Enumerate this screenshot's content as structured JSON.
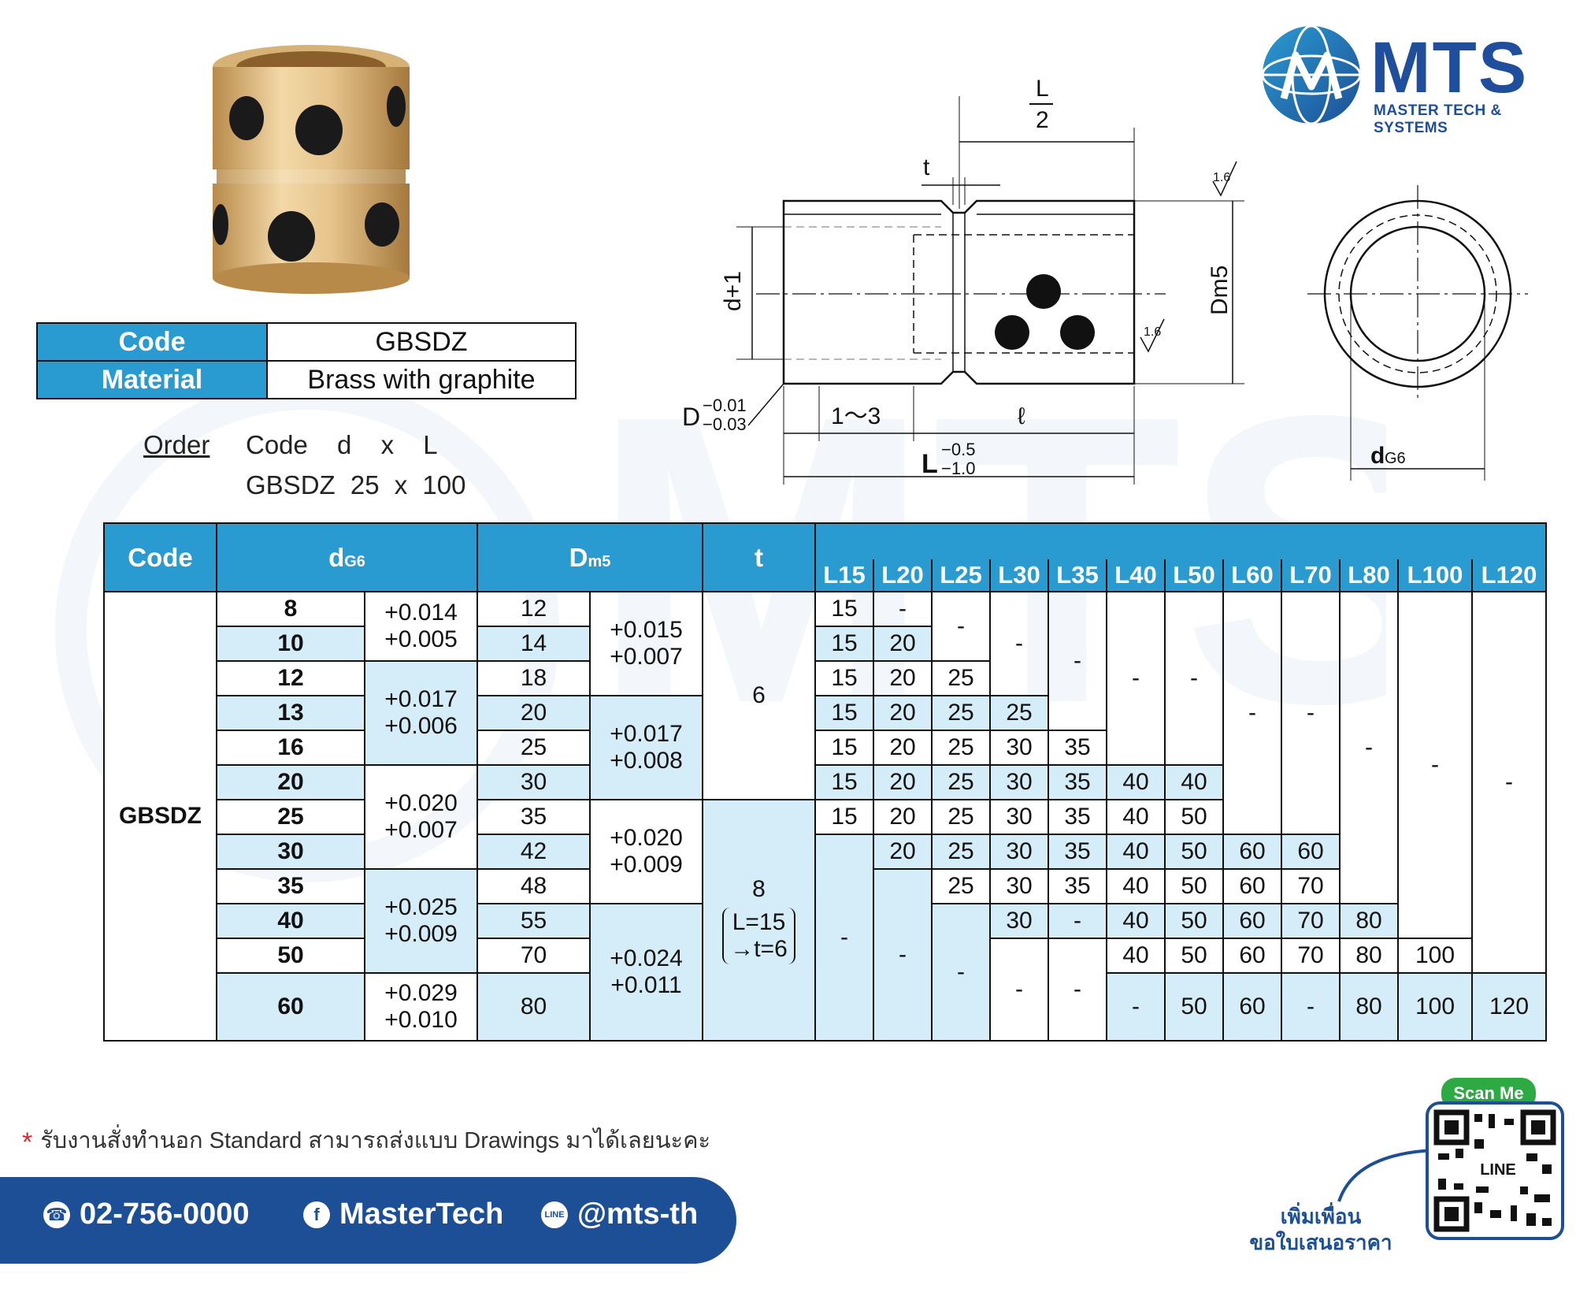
{
  "logo": {
    "brand": "MTS",
    "tagline": "MASTER TECH & SYSTEMS"
  },
  "info": {
    "code_label": "Code",
    "code_value": "GBSDZ",
    "material_label": "Material",
    "material_value": "Brass with graphite"
  },
  "order": {
    "label": "Order",
    "columns": "Code d x L",
    "example": "GBSDZ 25 x 100"
  },
  "drawing": {
    "half_L_num": "L",
    "half_L_den": "2",
    "t": "t",
    "d_plus_1": "d+1",
    "D_tol_upper": "−0.01",
    "D_tol_lower": "−0.03",
    "D": "D",
    "range_1_3": "1～3",
    "ell": "ℓ",
    "L": "L",
    "L_tol_upper": "−0.5",
    "L_tol_lower": "−1.0",
    "Dm5": "Dm5",
    "roughness": "1.6",
    "dG6_main": "d",
    "dG6_sub": "G6"
  },
  "table": {
    "h_code": "Code",
    "h_d": "d",
    "h_d_sub": "G6",
    "h_D": "D",
    "h_D_sub": "m5",
    "h_t": "t",
    "L_headers": [
      "L15",
      "L20",
      "L25",
      "L30",
      "L35",
      "L40",
      "L50",
      "L60",
      "L70",
      "L80",
      "L100",
      "L120"
    ],
    "code_value": "GBSDZ",
    "d": [
      "8",
      "10",
      "12",
      "13",
      "16",
      "20",
      "25",
      "30",
      "35",
      "40",
      "50",
      "60"
    ],
    "d_tol": [
      {
        "u": "+0.014",
        "l": "+0.005"
      },
      {
        "u": "+0.017",
        "l": "+0.006"
      },
      {
        "u": "+0.020",
        "l": "+0.007"
      },
      {
        "u": "+0.025",
        "l": "+0.009"
      },
      {
        "u": "+0.029",
        "l": "+0.010"
      }
    ],
    "D": [
      "12",
      "14",
      "18",
      "20",
      "25",
      "30",
      "35",
      "42",
      "48",
      "55",
      "70",
      "80"
    ],
    "D_tol": [
      {
        "u": "+0.015",
        "l": "+0.007"
      },
      {
        "u": "+0.017",
        "l": "+0.008"
      },
      {
        "u": "+0.020",
        "l": "+0.009"
      },
      {
        "u": "+0.024",
        "l": "+0.011"
      }
    ],
    "t_small": "6",
    "t_large": "8",
    "t_note_1": "L=15",
    "t_note_2": "→t=6",
    "dash": "-",
    "L": {
      "L15": [
        "15",
        "15",
        "15",
        "15",
        "15",
        "15",
        "15"
      ],
      "L20": [
        "-",
        "20",
        "20",
        "20",
        "20",
        "20",
        "20",
        "20"
      ],
      "L25": [
        "25",
        "25",
        "25",
        "25",
        "25",
        "25",
        "25"
      ],
      "L30": [
        "25",
        "30",
        "30",
        "30",
        "30",
        "30",
        "30"
      ],
      "L35": [
        "35",
        "35",
        "35",
        "35",
        "35",
        "-"
      ],
      "L40": [
        "40",
        "40",
        "40",
        "40",
        "40",
        "40",
        "-"
      ],
      "L50": [
        "40",
        "50",
        "50",
        "50",
        "50",
        "50",
        "50"
      ],
      "L60": [
        "60",
        "60",
        "60",
        "60",
        "60"
      ],
      "L70": [
        "60",
        "70",
        "70",
        "70",
        "-"
      ],
      "L80": [
        "80",
        "80",
        "80"
      ],
      "L100": [
        "100",
        "100"
      ],
      "L120": [
        "120"
      ]
    }
  },
  "footer": {
    "note": "รับงานสั่งทำนอก Standard สามารถส่งแบบ Drawings มาได้เลยนะคะ",
    "phone": "02-756-0000",
    "facebook": "MasterTech",
    "line": "@mts-th",
    "scan_me": "Scan Me",
    "add_friend_1": "เพิ่มเพื่อน",
    "add_friend_2": "ขอใบเสนอราคา",
    "qr_label": "LINE"
  },
  "colors": {
    "accent": "#2a9bd1",
    "light": "#d4edf8",
    "brand": "#1d4f96"
  }
}
